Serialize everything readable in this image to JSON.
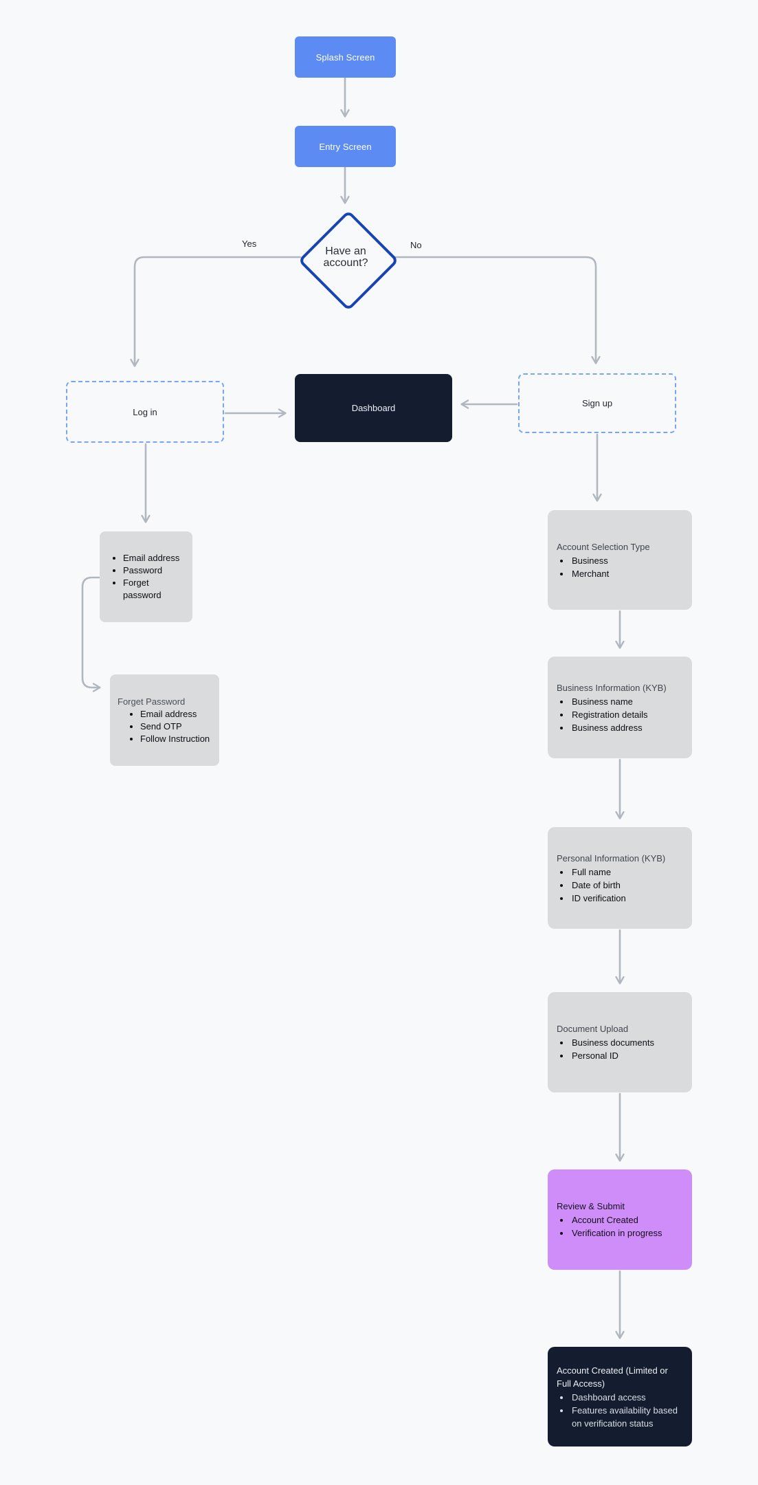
{
  "palette": {
    "background": "#F7F9FB",
    "screen_blue": "#5D8BF4",
    "decision_border_blue": "#1843B5",
    "dashed_border_blue": "#79A3F7",
    "dark_navy": "#141C2F",
    "detail_gray": "#D9DBDD",
    "highlight_purple": "#CE8DF9",
    "connector_gray": "#B1B7BF"
  },
  "flowchart": {
    "nodes": {
      "splash": {
        "label": "Splash Screen"
      },
      "entry": {
        "label": "Entry Screen"
      },
      "decision": {
        "label": "Have an account?"
      },
      "login": {
        "label": "Log in"
      },
      "dashboard": {
        "label": "Dashboard"
      },
      "signup": {
        "label": "Sign up"
      },
      "login_fields": {
        "items": [
          "Email address",
          "Password",
          "Forget password"
        ]
      },
      "forget_password": {
        "title": "Forget Password",
        "items": [
          "Email address",
          "Send OTP",
          "Follow Instruction"
        ]
      },
      "account_selection": {
        "title": "Account Selection Type",
        "items": [
          "Business",
          "Merchant"
        ]
      },
      "business_info": {
        "title": "Business Information (KYB)",
        "items": [
          "Business name",
          "Registration details",
          "Business address"
        ]
      },
      "personal_info": {
        "title": "Personal Information (KYB)",
        "items": [
          "Full name",
          "Date of birth",
          "ID verification"
        ]
      },
      "document_upload": {
        "title": "Document Upload",
        "items": [
          "Business documents",
          "Personal ID"
        ]
      },
      "review_submit": {
        "title": "Review & Submit",
        "items": [
          "Account Created",
          "Verification in progress"
        ]
      },
      "account_created": {
        "title": "Account Created (Limited or Full Access)",
        "items": [
          "Dashboard access",
          "Features availability based on verification status"
        ]
      }
    },
    "edge_labels": {
      "yes": "Yes",
      "no": "No"
    }
  }
}
